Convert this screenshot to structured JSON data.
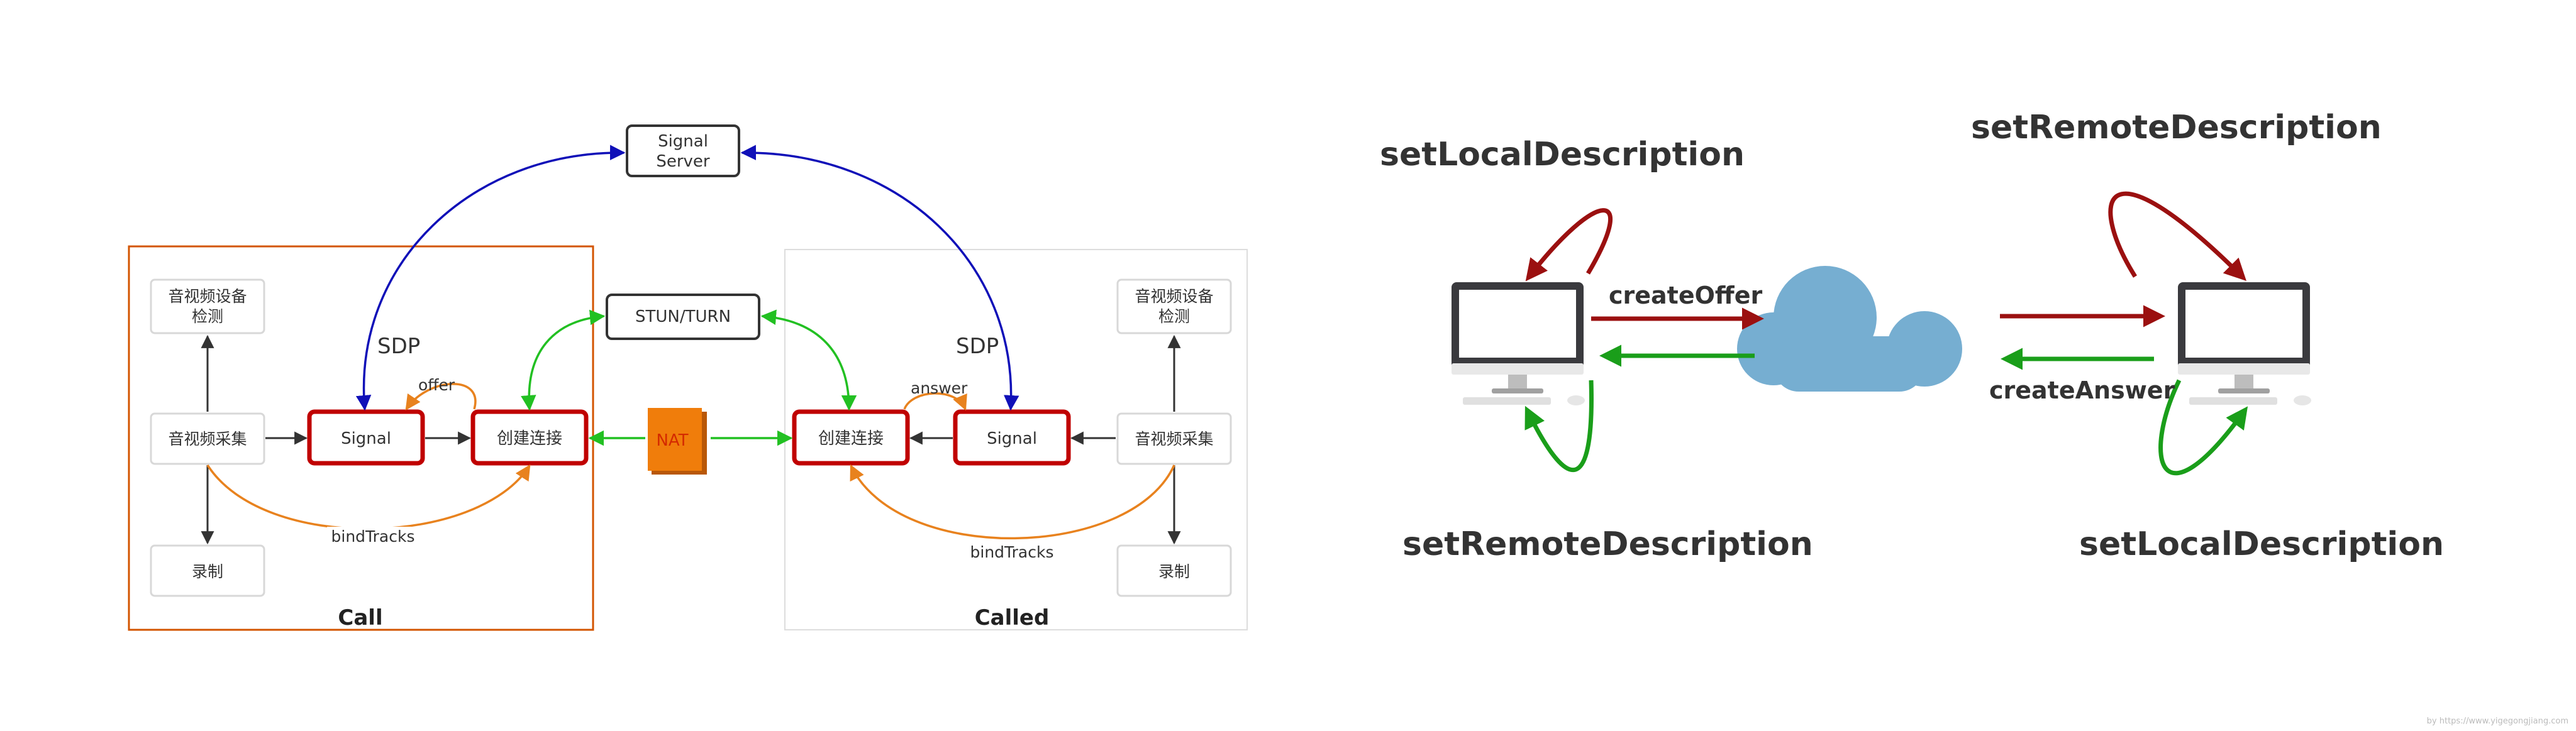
{
  "left_diagram": {
    "signal_server": {
      "line1": "Signal",
      "line2": "Server"
    },
    "stun_turn": "STUN/TURN",
    "nat": "NAT",
    "sdp_left": "SDP",
    "sdp_right": "SDP",
    "caller": {
      "device_check_line1": "音视频设备",
      "device_check_line2": "检测",
      "capture": "音视频采集",
      "record": "录制",
      "signal": "Signal",
      "connect": "创建连接",
      "offer": "offer",
      "bind_tracks": "bindTracks",
      "title": "Call"
    },
    "callee": {
      "device_check_line1": "音视频设备",
      "device_check_line2": "检测",
      "capture": "音视频采集",
      "record": "录制",
      "signal": "Signal",
      "connect": "创建连接",
      "answer": "answer",
      "bind_tracks": "bindTracks",
      "title": "Called"
    }
  },
  "right_diagram": {
    "caller_set_local": "setLocalDescription",
    "caller_set_remote": "setRemoteDescription",
    "callee_set_remote": "setRemoteDescription",
    "callee_set_local": "setLocalDescription",
    "create_offer": "createOffer",
    "create_answer": "createAnswer"
  },
  "watermark": "by https://www.yigegongjiang.com",
  "colors": {
    "red_box": "#c00000",
    "call_border": "#d35400",
    "blue": "#1010b8",
    "green": "#22c022",
    "orange": "#e8821e",
    "dark_red": "#9b1010",
    "dark_green": "#1a9e1a",
    "cloud": "#76aed1"
  }
}
